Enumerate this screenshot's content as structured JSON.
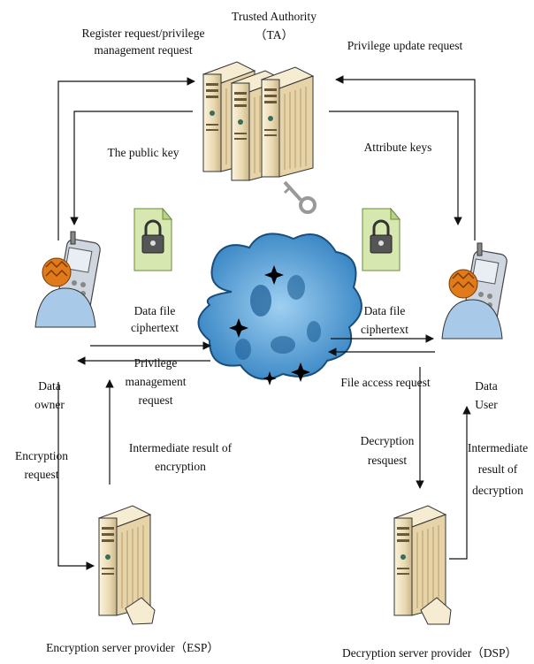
{
  "ta": {
    "line1": "Trusted Authority",
    "line2": "（TA）"
  },
  "labels": {
    "register_l1": "Register request/privilege",
    "register_l2": "management request",
    "privilege_update": "Privilege update request",
    "public_key": "The public key",
    "attribute_keys": "Attribute keys",
    "owner_cipher_l1": "Data file",
    "owner_cipher_l2": "ciphertext",
    "user_cipher_l1": "Data file",
    "user_cipher_l2": "ciphertext",
    "priv_mgmt_l1": "Privilege",
    "priv_mgmt_l2": "management",
    "priv_mgmt_l3": "request",
    "file_access": "File access request",
    "owner_l1": "Data",
    "owner_l2": "owner",
    "user_l1": "Data",
    "user_l2": "User",
    "enc_req_l1": "Encryption",
    "enc_req_l2": "request",
    "inter_enc_l1": "Intermediate result of",
    "inter_enc_l2": "encryption",
    "dec_req_l1": "Decryption",
    "dec_req_l2": "resquest",
    "inter_dec_l1": "Intermediate",
    "inter_dec_l2": "result of",
    "inter_dec_l3": "decryption",
    "esp": "Encryption server provider（ESP）",
    "dsp": "Decryption server provider（DSP）"
  },
  "colors": {
    "server_body": "#efe3c2",
    "server_dark": "#6b5a3a",
    "cloud": "#4a90c8",
    "doc_fill": "#d6e8b0",
    "person_orange": "#e07a1a",
    "person_blue": "#a9c9e8",
    "phone": "#cfd6df"
  },
  "icons": [
    "server-icon",
    "key-icon",
    "cloud-icon",
    "locked-file-icon",
    "user-with-phone-icon"
  ]
}
